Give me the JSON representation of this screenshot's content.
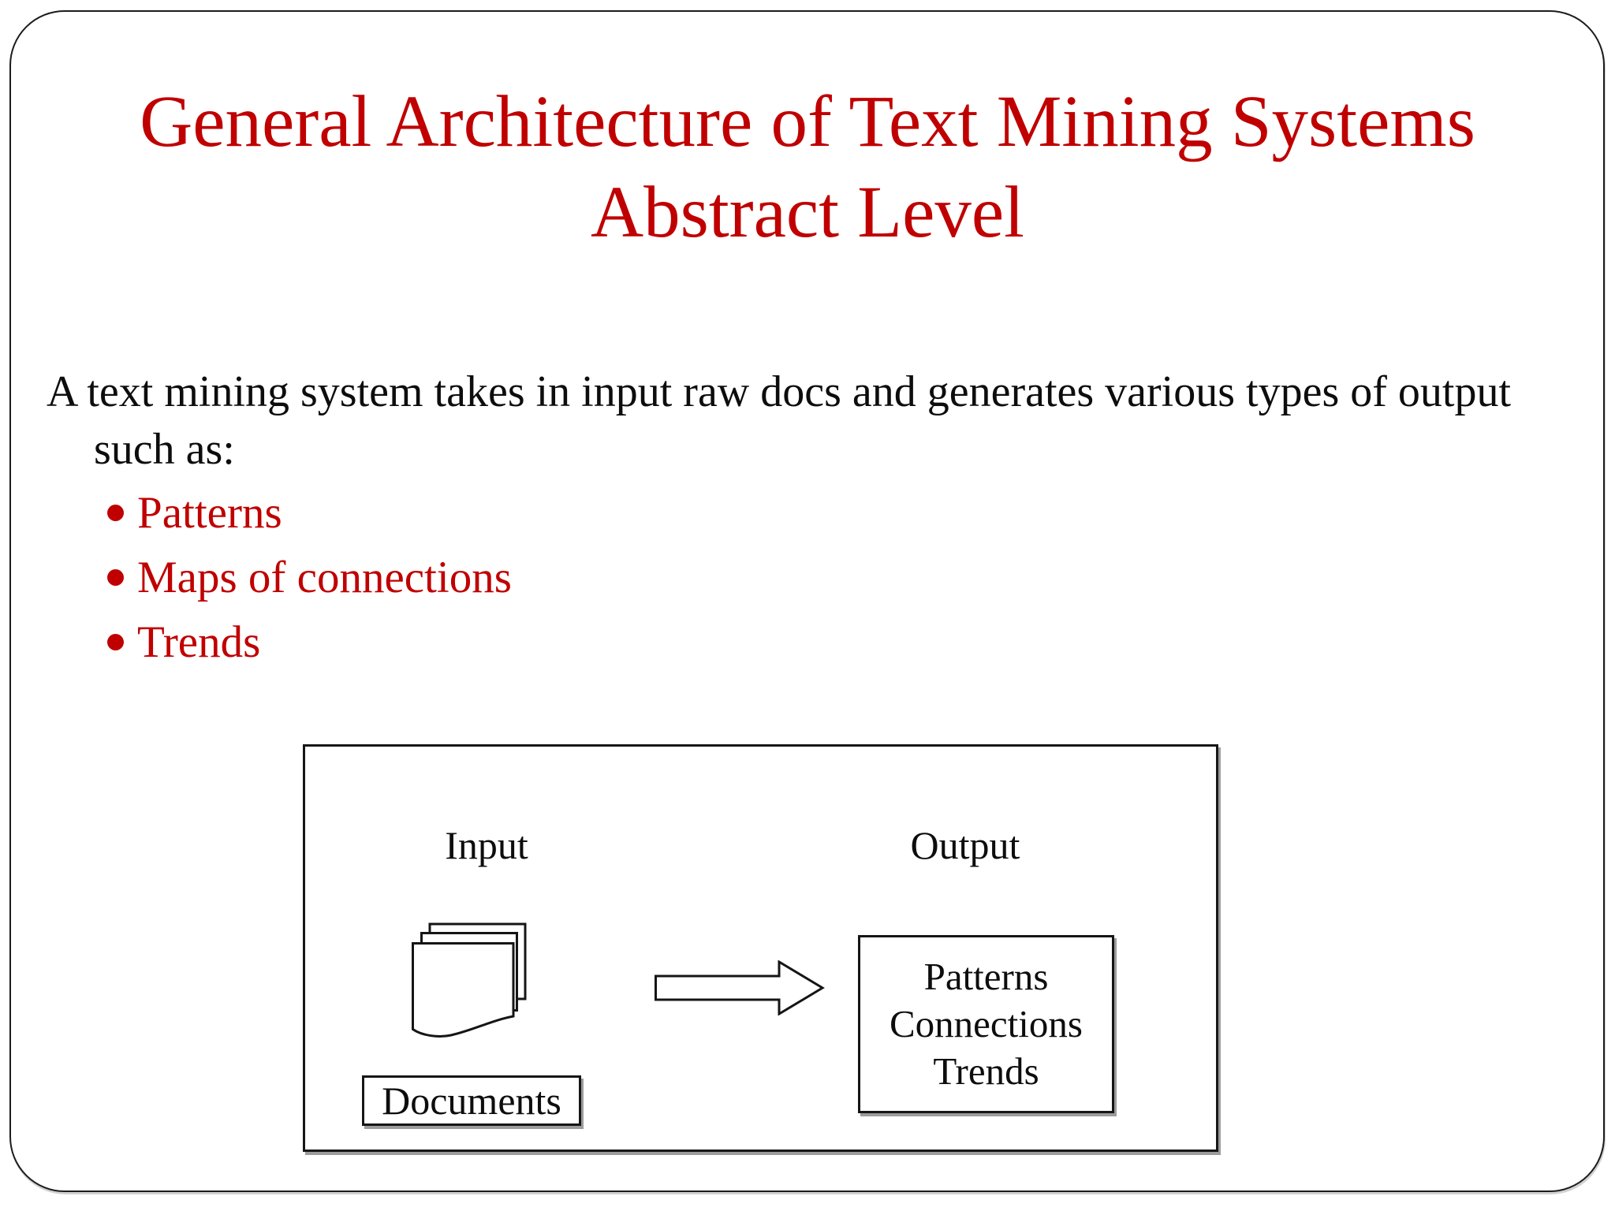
{
  "slide": {
    "title_line1": "General Architecture of Text Mining Systems",
    "title_line2": "Abstract Level",
    "body": {
      "paragraph_line1": "A text mining system takes in input raw docs and generates various types of output",
      "paragraph_line2": "such as:",
      "bullets": [
        "Patterns",
        "Maps of connections",
        "Trends"
      ]
    },
    "diagram": {
      "input_label": "Input",
      "output_label": "Output",
      "documents_label": "Documents",
      "output_items": [
        "Patterns",
        "Connections",
        "Trends"
      ],
      "icons": {
        "documents_icon": "stacked-pages",
        "arrow_icon": "right-block-arrow",
        "bullet_icon": "red-disc"
      }
    },
    "colors": {
      "title_red": "#C00000",
      "bullet_red": "#C00000",
      "text_black": "#0d0d0d",
      "border_black": "#161616",
      "shadow_gray": "#9c9c9c",
      "background": "#FFFFFF"
    }
  }
}
